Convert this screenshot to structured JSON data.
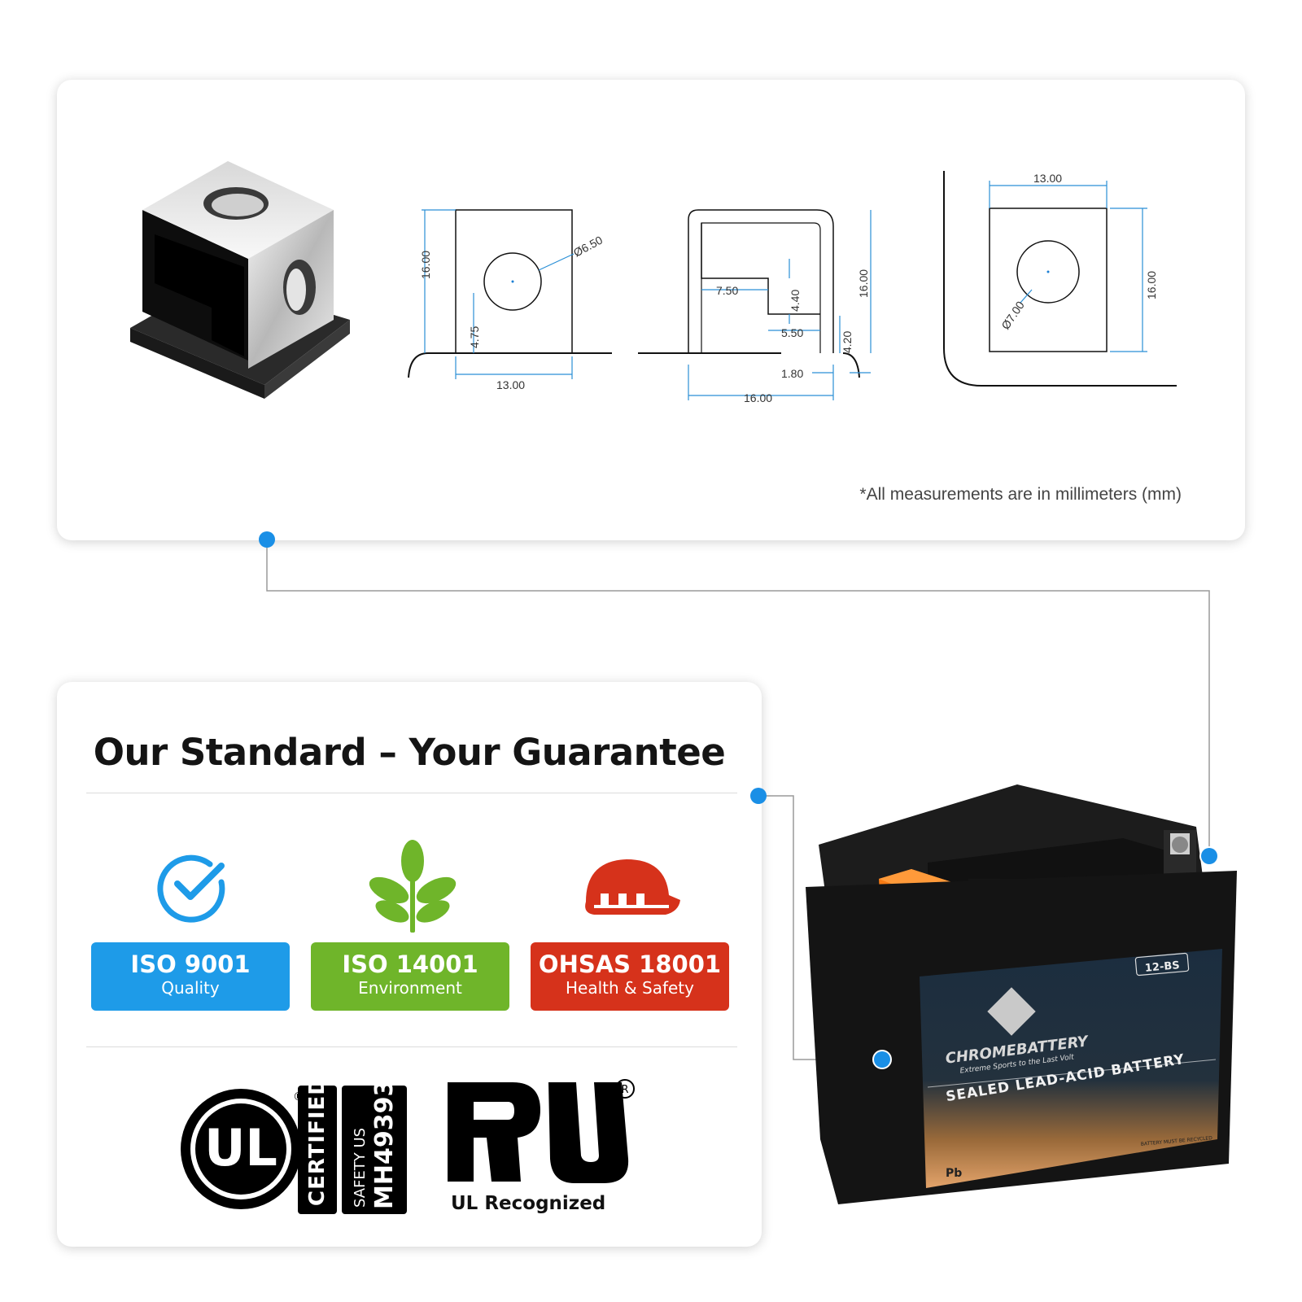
{
  "terminal_drawing": {
    "views": {
      "front": {
        "height": "16.00",
        "width": "13.00",
        "hole_dia": "Ø6.50",
        "hole_center_height": "4.75"
      },
      "side": {
        "height": "16.00",
        "width": "16.00",
        "slot_depth": "7.50",
        "slot_height": "4.40",
        "slot_inner": "5.50",
        "base_height": "4.20",
        "wall": "1.80"
      },
      "top": {
        "width": "13.00",
        "height": "16.00",
        "hole_dia": "Ø7.00"
      }
    },
    "note": "*All measurements are in millimeters (mm)"
  },
  "guarantee": {
    "title": "Our Standard – Your Guarantee",
    "certs": [
      {
        "title": "ISO 9001",
        "subtitle": "Quality",
        "color": "#1e9be8",
        "icon": "check-circle-icon"
      },
      {
        "title": "ISO 14001",
        "subtitle": "Environment",
        "color": "#6fb52a",
        "icon": "leaf-icon"
      },
      {
        "title": "OHSAS 18001",
        "subtitle": "Health & Safety",
        "color": "#d6321b",
        "icon": "hard-hat-icon"
      }
    ],
    "ul_certified": {
      "logo": "UL",
      "label": "CERTIFIED",
      "safety": "SAFETY US",
      "code": "MH49393"
    },
    "ul_recognized": {
      "label": "UL Recognized"
    }
  },
  "battery": {
    "model": "12-BS",
    "brand": "CHROMEBATTERY",
    "tagline": "Extreme Sports to the Last Volt",
    "type": "SEALED LEAD-ACID BATTERY",
    "pb": "Pb",
    "recycle_text": "BATTERY MUST BE RECYCLED"
  },
  "accent_color": "#1a8fe6"
}
